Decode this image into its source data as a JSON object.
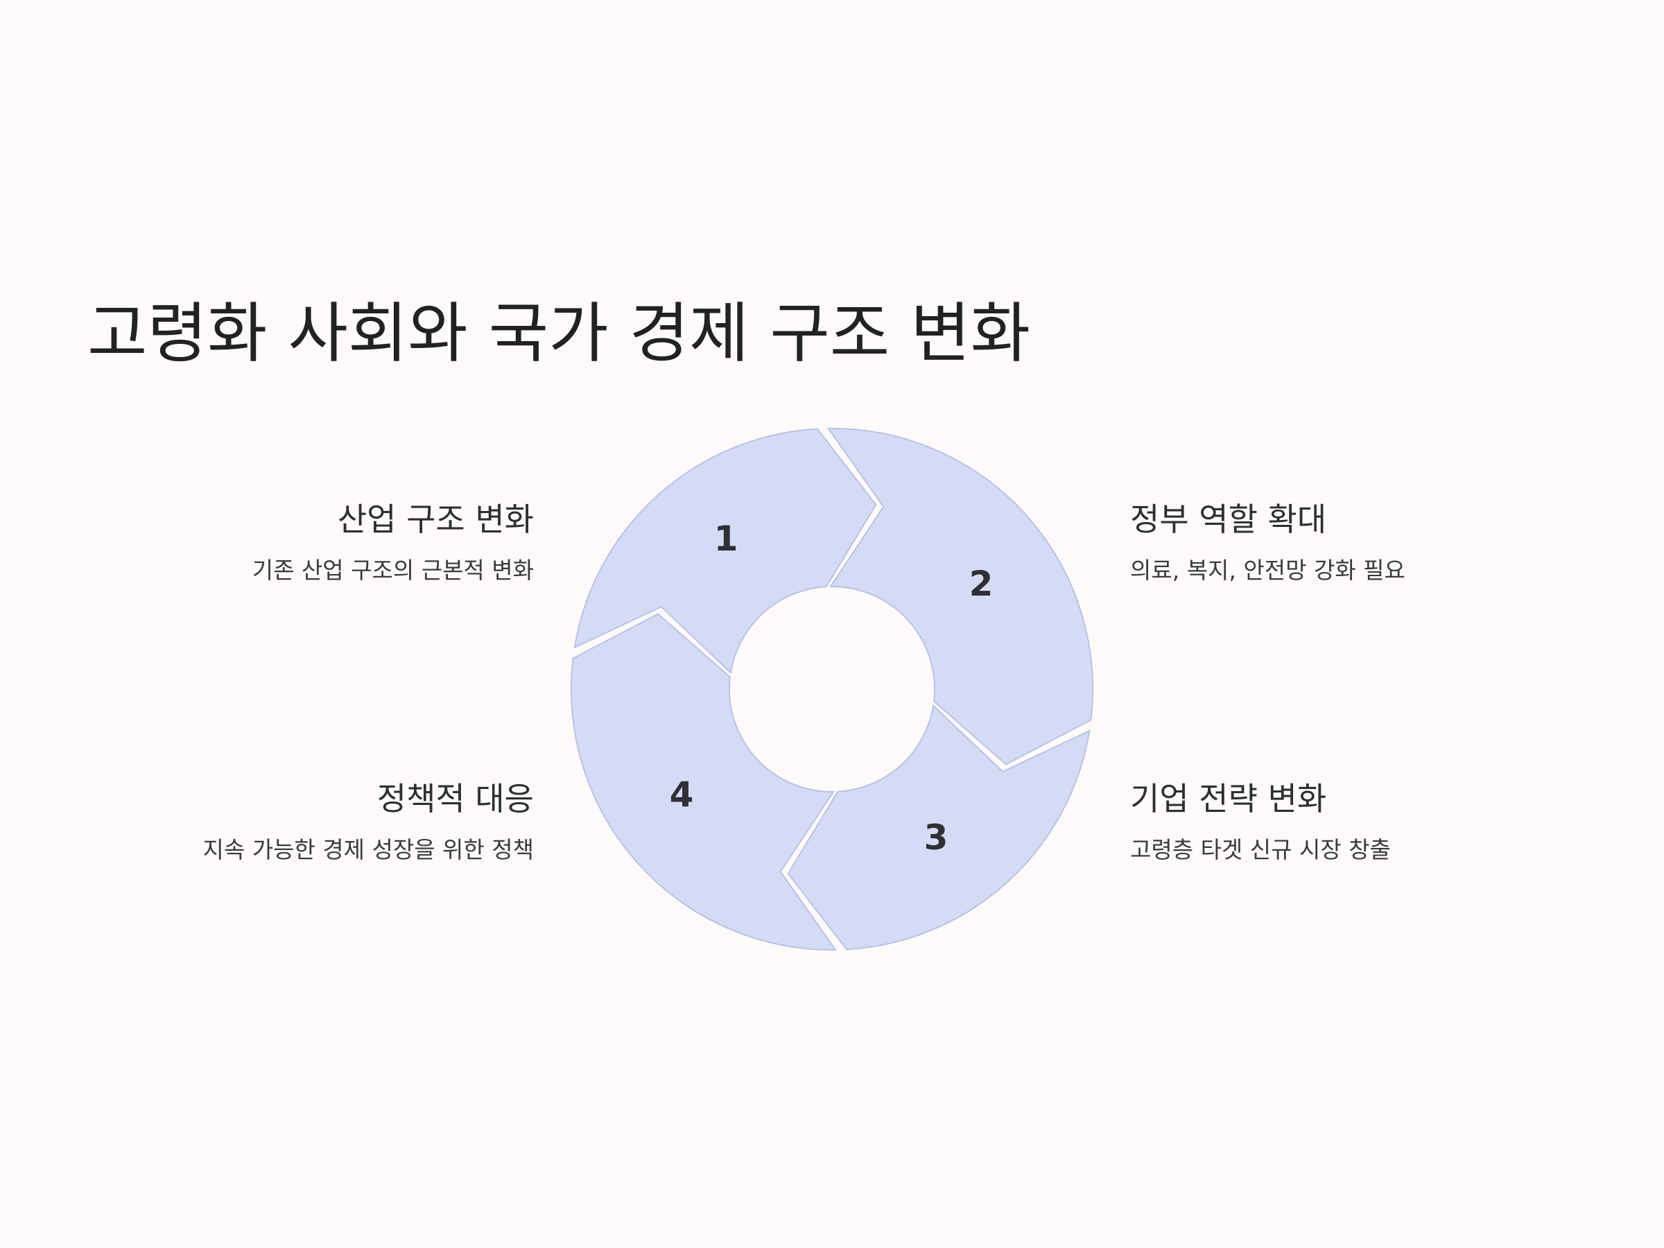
{
  "title": "고령화 사회와 국가 경제 구조 변화",
  "cycle": {
    "steps": [
      {
        "number": "1",
        "title": "산업 구조 변화",
        "description": "기존 산업 구조의 근본적 변화"
      },
      {
        "number": "2",
        "title": "정부 역할 확대",
        "description": "의료, 복지, 안전망 강화 필요"
      },
      {
        "number": "3",
        "title": "기업 전략 변화",
        "description": "고령층 타겟 신규 시장 창출"
      },
      {
        "number": "4",
        "title": "정책적 대응",
        "description": "지속 가능한 경제 성장을 위한 정책"
      }
    ],
    "colors": {
      "segment_fill": "#d4dcf5",
      "segment_stroke": "#b9c2e4",
      "background": "#fdfaf9"
    }
  }
}
